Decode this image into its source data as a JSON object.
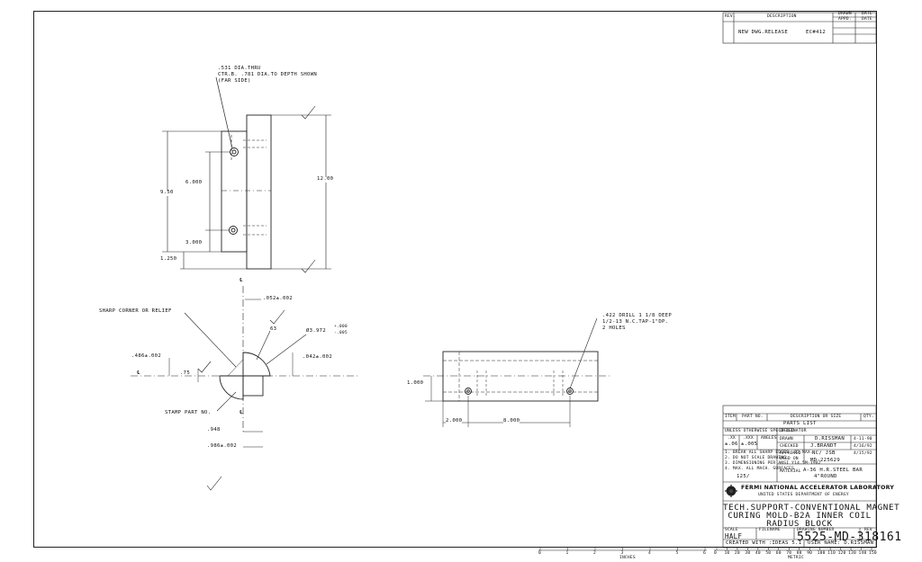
{
  "revision_block": {
    "rev_header": "REV.",
    "description_header": "DESCRIPTION",
    "drawn_header": "DRAWN",
    "date_header": "DATE",
    "appd_header": "APPD.",
    "row_description": "NEW DWG.RELEASE",
    "row_ec": "EC#412"
  },
  "notes": {
    "hole_note_line1": ".531 DIA.THRU",
    "hole_note_line2": "CTR.B. .781 DIA.TO DEPTH SHOWN",
    "hole_note_line3": "(FAR SIDE)",
    "sharp_corner": "SHARP CORNER OR RELIEF",
    "stamp_part": "STAMP PART NO.",
    "drill_line1": ".422 DRILL 1 1/8 DEEP",
    "drill_line2": "1/2-13 N.C.TAP-1\"DP.",
    "drill_line3": "2 HOLES"
  },
  "dimensions": {
    "d_6000": "6.000",
    "d_950": "9.50",
    "d_3000": "3.000",
    "d_1250": "1.250",
    "d_1200": "12.00",
    "d_052": ".052±.002",
    "d_63": "63",
    "d_dia": "Ø3.972",
    "d_dia_tol_plus": "+.000",
    "d_dia_tol_minus": "-.005",
    "d_486": ".486±.002",
    "d_75": ".75",
    "d_042": ".042±.002",
    "d_948": ".948",
    "d_986": ".986±.002",
    "d_1000": "1.000",
    "d_2000": "2.000",
    "d_8000": "8.000",
    "centerline": "℄"
  },
  "parts_list": {
    "item_header": "ITEM",
    "part_no_header": "PART NO.",
    "desc_header": "DESCRIPTION OR SIZE",
    "qty_header": "QTY.",
    "caption": "PARTS LIST"
  },
  "title_block": {
    "unless": "UNLESS OTHERWISE SPECIFIED",
    "originator_label": "ORIGINATOR",
    "tol_xx_label": ".XX",
    "tol_xxx_label": ".XXX",
    "tol_angles_label": "ANGLES",
    "tol_xx": "±.06",
    "tol_xxx": "±.005",
    "tol_angles": "",
    "note1": "1. BREAK ALL SHARP EDGES .03 MAX.",
    "note2": "2. DO NOT SCALE DRAWING.",
    "note3": "3. DIMENSIONING PER ANSI Y14.5M-1982",
    "note4": "4. MAX. ALL MACH. SURFACES",
    "finish": "125/",
    "drawn_label": "DRAWN",
    "drawn_by": "D.RISSMAN",
    "drawn_date": "4-11-90",
    "checked_label": "CHECKED",
    "checked_by": "J.BRANDT",
    "checked_date": "4/16/92",
    "approved_label": "APPROVED",
    "approved_by": "NC/ JSB",
    "approved_date": "4/15/92",
    "used_on_label": "USED ON",
    "used_on": "MD-225629",
    "material_label": "MATERIAL",
    "material_line1": "A-36 H.R.STEEL BAR",
    "material_line2": "4\"ROUND",
    "lab_name": "FERMI NATIONAL ACCELERATOR LABORATORY",
    "lab_sub": "UNITED STATES DEPARTMENT OF ENERGY",
    "title_line1": "TECH.SUPPORT-CONVENTIONAL MAGNET",
    "title_line2": "CURING MOLD-B2A INNER COIL",
    "title_line3": "RADIUS BLOCK",
    "scale_label": "SCALE",
    "filename_label": "FILENAME",
    "drawing_number_label": "DRAWING NUMBER",
    "rev_label": "REV",
    "scale": "HALF",
    "drawing_number": "5525-MD-318161",
    "created_with": "CREATED WITH :IDEAS 5.1",
    "user_name": "USER NAME: D.RISSMAN"
  },
  "scale_bar": {
    "inches_label": "INCHES",
    "metric_label": "METRIC",
    "inch_ticks": [
      "0",
      "1",
      "2",
      "3",
      "4",
      "5",
      "6"
    ],
    "metric_ticks": [
      "0",
      "10",
      "20",
      "30",
      "40",
      "50",
      "60",
      "70",
      "80",
      "90",
      "100",
      "110",
      "120",
      "130",
      "140",
      "150"
    ]
  }
}
